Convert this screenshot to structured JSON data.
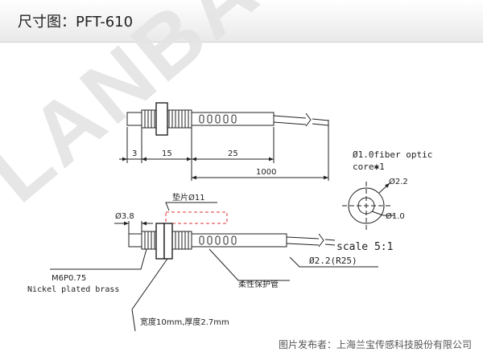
{
  "title": "尺寸图：PFT-610",
  "watermark": "LANBAO",
  "credit": "图片发布者：上海兰宝传感科技股份有限公司",
  "top_view": {
    "dim_3": "3",
    "dim_15": "15",
    "dim_25": "25",
    "dim_1000": "1000"
  },
  "fiber_note": {
    "line1": "Ø1.0fiber optic",
    "line2": "core✱1"
  },
  "cross_section": {
    "outer_dia": "Ø2.2",
    "core_dia": "Ø1.0"
  },
  "scale": "scale 5:1",
  "bottom_view": {
    "washer": "垫片Ø11",
    "tip_dia": "Ø3.8",
    "thread": "M6P0.75",
    "material": "Nickel plated brass",
    "cable": "Ø2.2(R25)",
    "tube": "柔性保护管",
    "nut": "宽度10mm,厚度2.7mm"
  }
}
